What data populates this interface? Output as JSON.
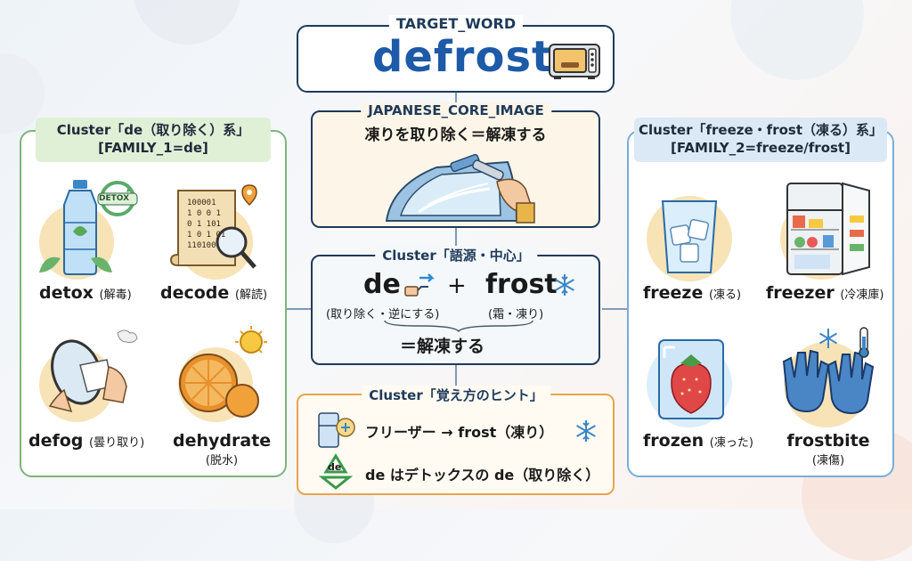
{
  "target": {
    "label": "TARGET_WORD",
    "word": "defrost"
  },
  "core_image": {
    "label": "JAPANESE_CORE_IMAGE",
    "text": "凍りを取り除く＝解凍する"
  },
  "family1": {
    "title": "Cluster「de（取り除く）系」",
    "subtitle": "[FAMILY_1=de]",
    "badge": "DETOX",
    "items": [
      {
        "word": "detox",
        "meaning": "(解毒)"
      },
      {
        "word": "decode",
        "meaning": "(解読)"
      },
      {
        "word": "defog",
        "meaning": "(曇り取り)"
      },
      {
        "word": "dehydrate",
        "meaning": "(脱水)"
      }
    ],
    "binary_lines": [
      "100001",
      "1 0 0 1",
      "0 1 101",
      "1 0 1 01",
      "110100"
    ]
  },
  "family2": {
    "title": "Cluster「freeze・frost（凍る）系」",
    "subtitle": "[FAMILY_2=freeze/frost]",
    "items": [
      {
        "word": "freeze",
        "meaning": "(凍る)"
      },
      {
        "word": "freezer",
        "meaning": "(冷凍庫)"
      },
      {
        "word": "frozen",
        "meaning": "(凍った)"
      },
      {
        "word": "frostbite",
        "meaning": "(凍傷)"
      }
    ]
  },
  "etymology": {
    "title": "Cluster「語源・中心」",
    "prefix": "de",
    "prefix_meaning": "(取り除く・逆にする)",
    "plus": "+",
    "root": "frost",
    "root_meaning": "(霜・凍り)",
    "result": "＝解凍する"
  },
  "hints": {
    "title": "Cluster「覚え方のヒント」",
    "line1": "フリーザー → frost（凍り）",
    "line2": "de はデトックスの de（取り除く）",
    "recycle_badge": "de"
  },
  "colors": {
    "green": "#7cb47c",
    "green_fill": "#dff0d6",
    "blue": "#7aaed8",
    "blue_fill": "#dbe9f6",
    "orange": "#e9a44a",
    "navy": "#1f3a5a",
    "accent": "#1d5aa8"
  }
}
